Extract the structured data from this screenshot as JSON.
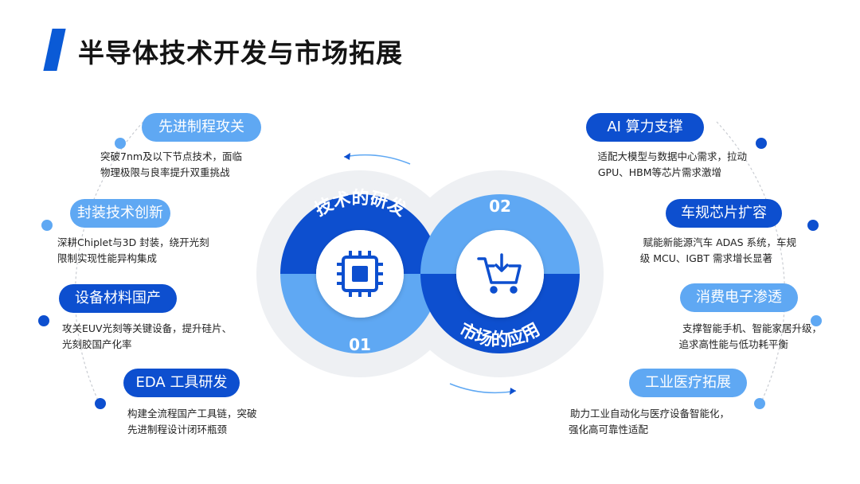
{
  "title": "半导体技术开发与市场拓展",
  "center": {
    "left_label": "技术的研发",
    "right_label": "市场的应用",
    "num_left": "01",
    "num_right": "02",
    "left_icon": "chip-icon",
    "right_icon": "shopping-cart-icon"
  },
  "left_items": [
    {
      "label": "先进制程攻关",
      "line1": "突破7nm及以下节点技术，面临",
      "line2": "物理极限与良率提升双重挑战",
      "style": "light"
    },
    {
      "label": "封装技术创新",
      "line1": "深耕Chiplet与3D 封装，绕开光刻",
      "line2": "限制实现性能异构集成",
      "style": "light"
    },
    {
      "label": "设备材料国产",
      "line1": "攻关EUV光刻等关键设备，提升硅片、",
      "line2": "光刻胶国产化率",
      "style": "dark"
    },
    {
      "label": "EDA 工具研发",
      "line1": "构建全流程国产工具链，突破",
      "line2": "先进制程设计闭环瓶颈",
      "style": "dark"
    }
  ],
  "right_items": [
    {
      "label": "AI 算力支撑",
      "line1": "适配大模型与数据中心需求，拉动",
      "line2": "GPU、HBM等芯片需求激增",
      "style": "dark"
    },
    {
      "label": "车规芯片扩容",
      "line1": "赋能新能源汽车 ADAS 系统，车规",
      "line2": "级 MCU、IGBT 需求增长显著",
      "style": "dark"
    },
    {
      "label": "消费电子渗透",
      "line1": "支撑智能手机、智能家居升级，",
      "line2": "追求高性能与低功耗平衡",
      "style": "light"
    },
    {
      "label": "工业医疗拓展",
      "line1": "助力工业自动化与医疗设备智能化，",
      "line2": "强化高可靠性适配",
      "style": "light"
    }
  ],
  "colors": {
    "dark": "#0d4fcf",
    "light": "#5fa8f3",
    "ring_bg": "#eef0f3"
  }
}
